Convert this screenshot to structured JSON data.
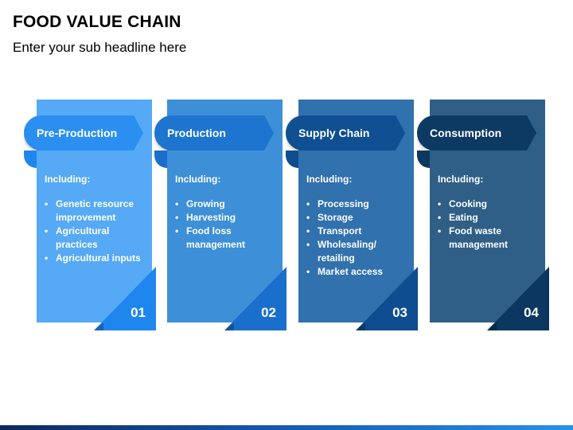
{
  "header": {
    "title": "FOOD VALUE CHAIN",
    "subtitle": "Enter your sub headline here"
  },
  "stages": [
    {
      "name": "Pre-Production",
      "including_label": "Including:",
      "items": [
        "Genetic resource improvement",
        "Agricultural practices",
        "Agricultural inputs"
      ],
      "number": "01",
      "card_color": "#56a9f5",
      "tab_color": "#2a8ff0",
      "corner_color": "#1f86ee"
    },
    {
      "name": "Production",
      "including_label": "Including:",
      "items": [
        "Growing",
        "Harvesting",
        "Food loss management"
      ],
      "number": "02",
      "card_color": "#3d8fd8",
      "tab_color": "#1e75cf",
      "corner_color": "#1a6fcc"
    },
    {
      "name": "Supply Chain",
      "including_label": "Including:",
      "items": [
        "Processing",
        "Storage",
        "Transport",
        "Wholesaling/ retailing",
        "Market access"
      ],
      "number": "03",
      "card_color": "#3171ae",
      "tab_color": "#0f4f92",
      "corner_color": "#0e4d8f"
    },
    {
      "name": "Consumption",
      "including_label": "Including:",
      "items": [
        "Cooking",
        "Eating",
        "Food waste management"
      ],
      "number": "04",
      "card_color": "#2f5f86",
      "tab_color": "#0c3a63",
      "corner_color": "#0b3760"
    }
  ]
}
